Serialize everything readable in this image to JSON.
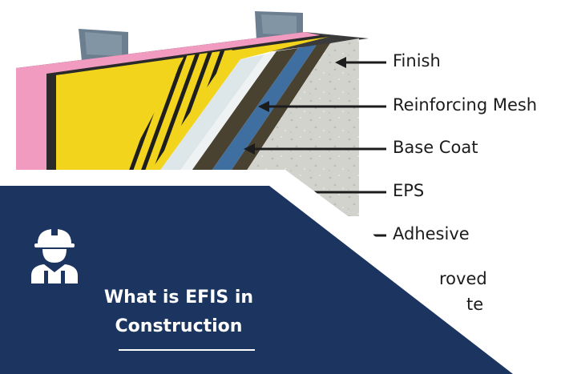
{
  "layers": [
    {
      "id": "finish",
      "label": "Finish"
    },
    {
      "id": "mesh",
      "label": "Reinforcing Mesh"
    },
    {
      "id": "basecoat",
      "label": "Base Coat"
    },
    {
      "id": "eps",
      "label": "EPS"
    },
    {
      "id": "adhesive",
      "label": "Adhesive"
    },
    {
      "id": "wrb-partial-1",
      "label": "roved"
    },
    {
      "id": "wrb-partial-2",
      "label": "te"
    }
  ],
  "banner": {
    "title_line1": "What is EFIS in",
    "title_line2": "Construction",
    "icon": "construction-worker-icon"
  },
  "colors": {
    "navy": "#1b3460",
    "pink": "#f19bc0",
    "yellow": "#f2d41c",
    "eps": "#dde6e8",
    "basecoat_dark": "#4a4230",
    "mesh_blue": "#3f6ea0",
    "finish": "#cfcfca",
    "metal": "#6b7f91"
  }
}
